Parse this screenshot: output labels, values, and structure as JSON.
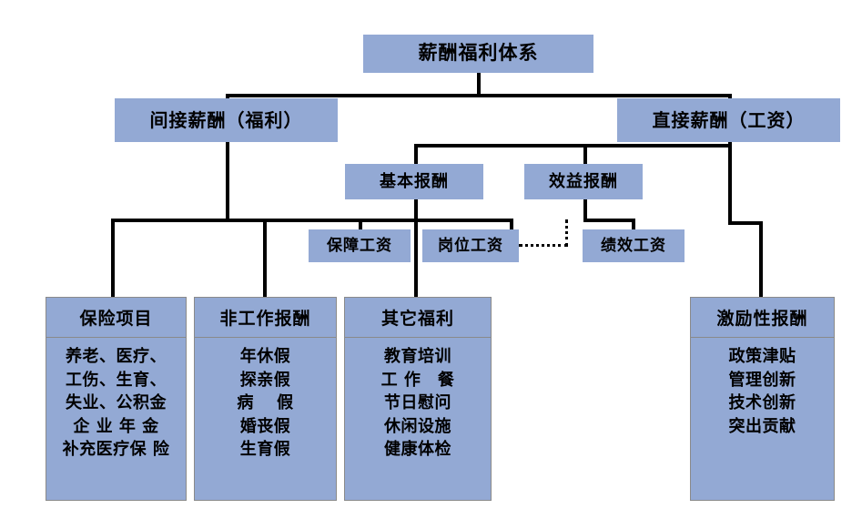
{
  "diagram": {
    "title": "薪酬福利体系",
    "root": {
      "label": "薪酬福利体系"
    },
    "level2": {
      "indirect": {
        "label": "间接薪酬（福利）"
      },
      "direct": {
        "label": "直接薪酬（工资）"
      }
    },
    "level3": {
      "basic": {
        "label": "基本报酬"
      },
      "performance": {
        "label": "效益报酬"
      }
    },
    "level4": {
      "guarantee": {
        "label": "保障工资"
      },
      "position": {
        "label": "岗位工资"
      },
      "merit": {
        "label": "绩效工资"
      }
    },
    "groups": [
      {
        "id": "insurance",
        "title": "保险项目",
        "items": [
          "养老、医疗、",
          "工伤、生育、",
          "失业、公积金",
          "企 业 年 金",
          "补充医疗保 险"
        ]
      },
      {
        "id": "non-work",
        "title": "非工作报酬",
        "items": [
          "年休假",
          "探亲假",
          "病　 假",
          "婚丧假",
          "生育假"
        ]
      },
      {
        "id": "other-benefits",
        "title": "其它福利",
        "items": [
          "教育培训",
          "工 作　餐",
          "节日慰问",
          "休闲设施",
          "健康体检"
        ]
      },
      {
        "id": "incentive",
        "title": "激励性报酬",
        "items": [
          "政策津贴",
          "管理创新",
          "技术创新",
          "突出贡献"
        ]
      }
    ],
    "colors": {
      "node_fill": "#93a9d4",
      "node_text": "#000000",
      "connector": "#000000",
      "group_border": "#8a8a8a",
      "background": "#ffffff"
    },
    "connector_styles": {
      "solid": "solid",
      "dotted": "dotted"
    }
  }
}
